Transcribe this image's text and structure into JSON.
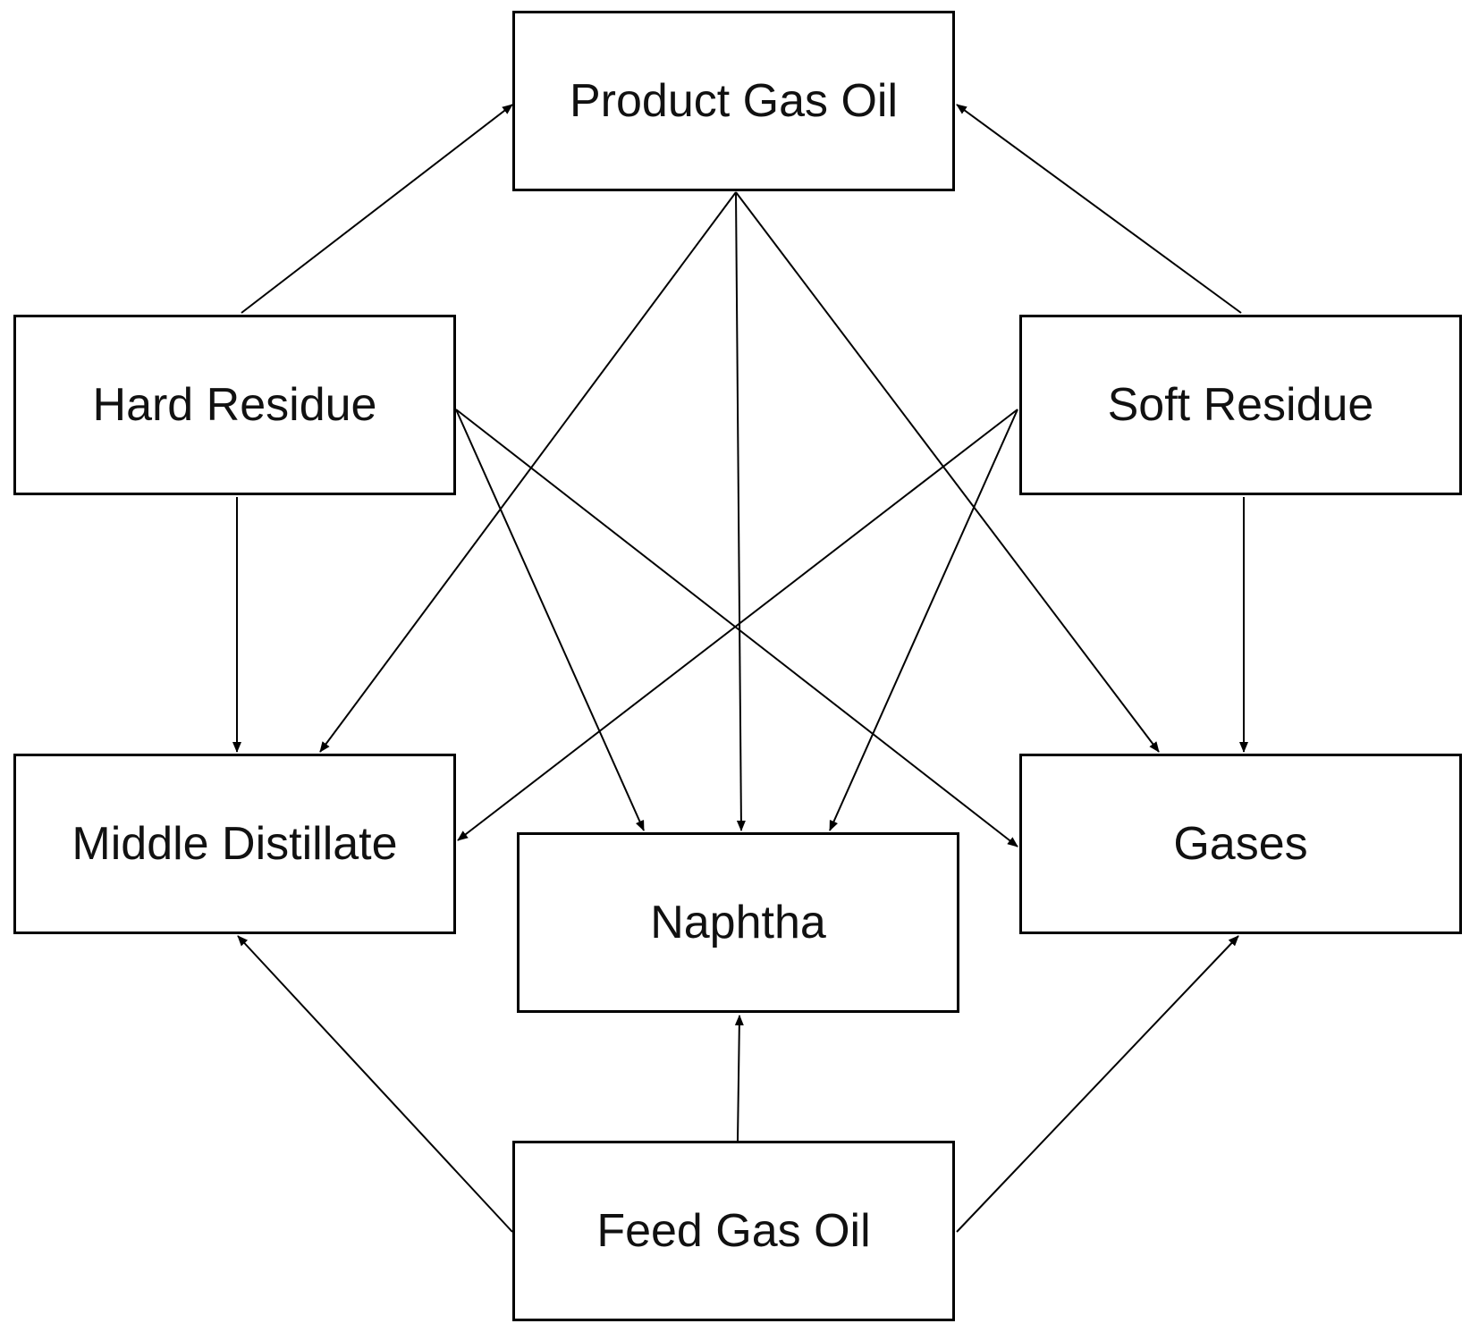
{
  "nodes": {
    "product_gas_oil": "Product Gas Oil",
    "hard_residue": "Hard Residue",
    "soft_residue": "Soft Residue",
    "middle_distillate": "Middle Distillate",
    "naphtha": "Naphtha",
    "gases": "Gases",
    "feed_gas_oil": "Feed Gas Oil"
  },
  "edges": [
    {
      "from": "hard_residue",
      "to": "product_gas_oil"
    },
    {
      "from": "soft_residue",
      "to": "product_gas_oil"
    },
    {
      "from": "product_gas_oil",
      "to": "middle_distillate"
    },
    {
      "from": "product_gas_oil",
      "to": "naphtha"
    },
    {
      "from": "product_gas_oil",
      "to": "gases"
    },
    {
      "from": "hard_residue",
      "to": "middle_distillate"
    },
    {
      "from": "hard_residue",
      "to": "naphtha"
    },
    {
      "from": "hard_residue",
      "to": "gases"
    },
    {
      "from": "soft_residue",
      "to": "middle_distillate"
    },
    {
      "from": "soft_residue",
      "to": "naphtha"
    },
    {
      "from": "soft_residue",
      "to": "gases"
    },
    {
      "from": "feed_gas_oil",
      "to": "middle_distillate"
    },
    {
      "from": "feed_gas_oil",
      "to": "naphtha"
    },
    {
      "from": "feed_gas_oil",
      "to": "gases"
    }
  ],
  "colors": {
    "line": "#000000",
    "box_border": "#000000",
    "text": "#111111"
  }
}
